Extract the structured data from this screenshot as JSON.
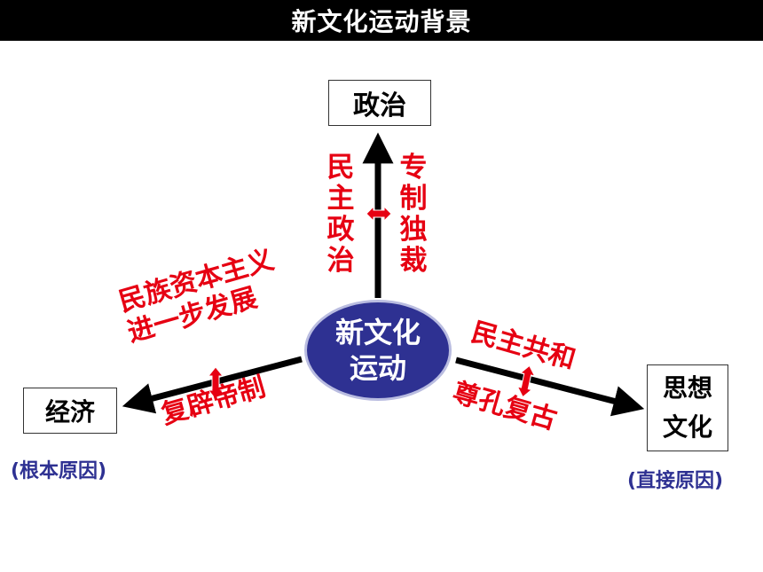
{
  "title": "新文化运动背景",
  "center": {
    "line1": "新文化",
    "line2": "运动"
  },
  "boxes": {
    "politics": "政治",
    "economy": "经济",
    "culture_line1": "思想",
    "culture_line2": "文化"
  },
  "labels": {
    "democracy": "民主政治",
    "autocracy": "专制独裁",
    "capitalism_line1": "民族资本主义",
    "capitalism_line2": "进一步发展",
    "restoration": "复辟帝制",
    "republic": "民主共和",
    "confucius": "尊孔复古"
  },
  "notes": {
    "root_cause": "(根本原因)",
    "direct_cause": "(直接原因)"
  },
  "colors": {
    "title_bg": "#000000",
    "center_fill": "#2e3192",
    "label_red": "#e60012",
    "note_blue": "#2e3192",
    "contrast_arrow": "#e60012"
  }
}
